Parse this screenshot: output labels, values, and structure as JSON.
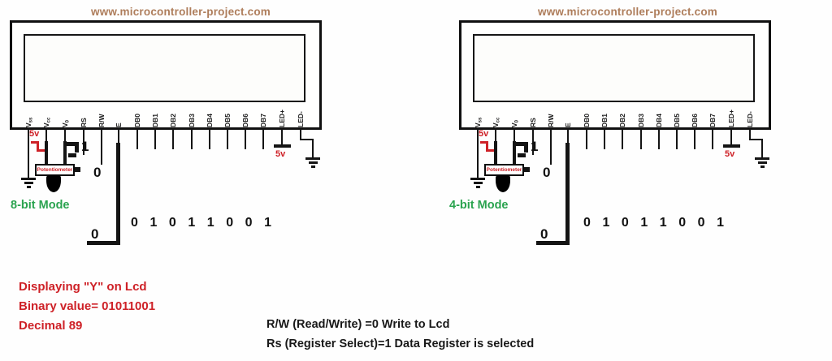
{
  "colors": {
    "header_brown": "#ae7d5b",
    "accent_red": "#ce2127",
    "mode_green": "#2aa34f",
    "wire_black": "#141414"
  },
  "diagrams": [
    {
      "id": "8bit",
      "header": "www.microcontroller-project.com",
      "mode_label": "8-bit Mode",
      "pins": [
        {
          "base": "V",
          "sub": "ss"
        },
        {
          "base": "V",
          "sub": "cc"
        },
        {
          "base": "V",
          "sub": "0"
        },
        {
          "base": "RS"
        },
        {
          "base": "R/W"
        },
        {
          "base": "E"
        },
        {
          "base": "DB0"
        },
        {
          "base": "DB1"
        },
        {
          "base": "DB2"
        },
        {
          "base": "DB3"
        },
        {
          "base": "DB4"
        },
        {
          "base": "DB5"
        },
        {
          "base": "DB6"
        },
        {
          "base": "DB7"
        },
        {
          "base": "LED+"
        },
        {
          "base": "LED-"
        }
      ],
      "vcc_supply_label": "5v",
      "backlight_supply_label": "5v",
      "potentiometer_label": "Potentiometer",
      "rs_value": "1",
      "rw_value": "0",
      "enable_value": "0",
      "data_bits": [
        "0",
        "1",
        "0",
        "1",
        "1",
        "0",
        "0",
        "1"
      ]
    },
    {
      "id": "4bit",
      "header": "www.microcontroller-project.com",
      "mode_label": "4-bit Mode",
      "pins": [
        {
          "base": "V",
          "sub": "ss"
        },
        {
          "base": "V",
          "sub": "cc"
        },
        {
          "base": "V",
          "sub": "0"
        },
        {
          "base": "RS"
        },
        {
          "base": "R/W"
        },
        {
          "base": "E"
        },
        {
          "base": "DB0"
        },
        {
          "base": "DB1"
        },
        {
          "base": "DB2"
        },
        {
          "base": "DB3"
        },
        {
          "base": "DB4"
        },
        {
          "base": "DB5"
        },
        {
          "base": "DB6"
        },
        {
          "base": "DB7"
        },
        {
          "base": "LED+"
        },
        {
          "base": "LED-"
        }
      ],
      "vcc_supply_label": "5v",
      "backlight_supply_label": "5v",
      "potentiometer_label": "Potentiometer",
      "rs_value": "1",
      "rw_value": "0",
      "enable_value": "0",
      "data_bits": [
        "0",
        "1",
        "0",
        "1",
        "1",
        "0",
        "0",
        "1"
      ]
    }
  ],
  "annotations": {
    "red_lines": [
      "Displaying \"Y\" on Lcd",
      "Binary value= 01011001",
      "Decimal 89"
    ],
    "black_lines": [
      "R/W (Read/Write) =0 Write to Lcd",
      "Rs (Register Select)=1  Data Register is selected"
    ]
  }
}
